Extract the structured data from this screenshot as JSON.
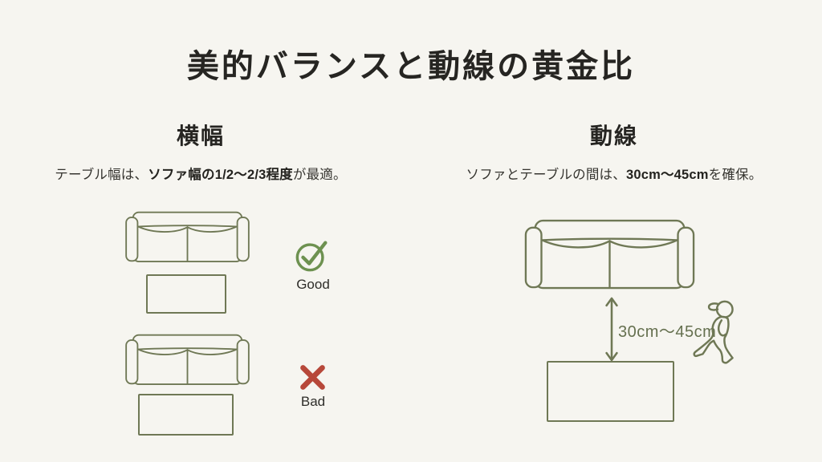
{
  "slide": {
    "title": "美的バランスと動線の黄金比"
  },
  "left_section": {
    "header": "横幅",
    "subtitle": {
      "prefix": "テーブル幅は、",
      "bold": "ソファ幅の1/2〜2/3程度",
      "suffix": "が最適。"
    },
    "good_label": "Good",
    "bad_label": "Bad"
  },
  "right_section": {
    "header": "動線",
    "subtitle": {
      "prefix": "ソファとテーブルの間は、",
      "bold": "30cm〜45cm",
      "suffix": "を確保。"
    },
    "gap_label": "30cm〜45cm"
  },
  "icons": {
    "good": "check-circle-icon",
    "bad": "x-mark-icon",
    "arrow": "double-headed-arrow-icon",
    "person": "walking-person-icon",
    "sofa": "sofa-top-view-illustration",
    "table": "table-top-view-illustration"
  },
  "colors": {
    "background": "#f6f5f0",
    "line_olive": "#6f7855",
    "good_green": "#6d9150",
    "bad_red": "#b7483a",
    "text_dark": "#262522",
    "gap_label_olive": "#65704f"
  }
}
